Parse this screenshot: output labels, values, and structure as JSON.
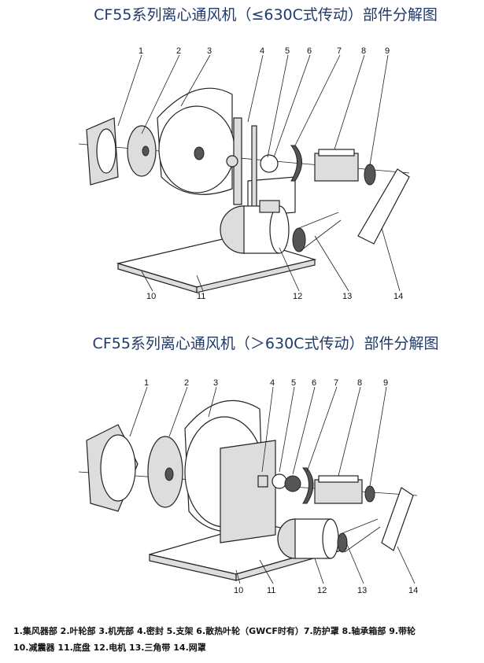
{
  "titles": [
    "CF55系列离心通风机（≤630C式传动）部件分解图",
    "CF55系列离心通风机（＞630C式传动）部件分解图"
  ],
  "callouts": [
    "1",
    "2",
    "3",
    "4",
    "5",
    "6",
    "7",
    "8",
    "9",
    "10",
    "11",
    "12",
    "13",
    "14"
  ],
  "legend": {
    "line1": "1.集风器部  2.叶轮部  3.机壳部  4.密封  5.支架  6.散热叶轮（GWCF时有）7.防护罩 8.轴承箱部  9.带轮",
    "line2": "10.减震器 11.底盘  12.电机  13.三角带  14.网罩"
  }
}
